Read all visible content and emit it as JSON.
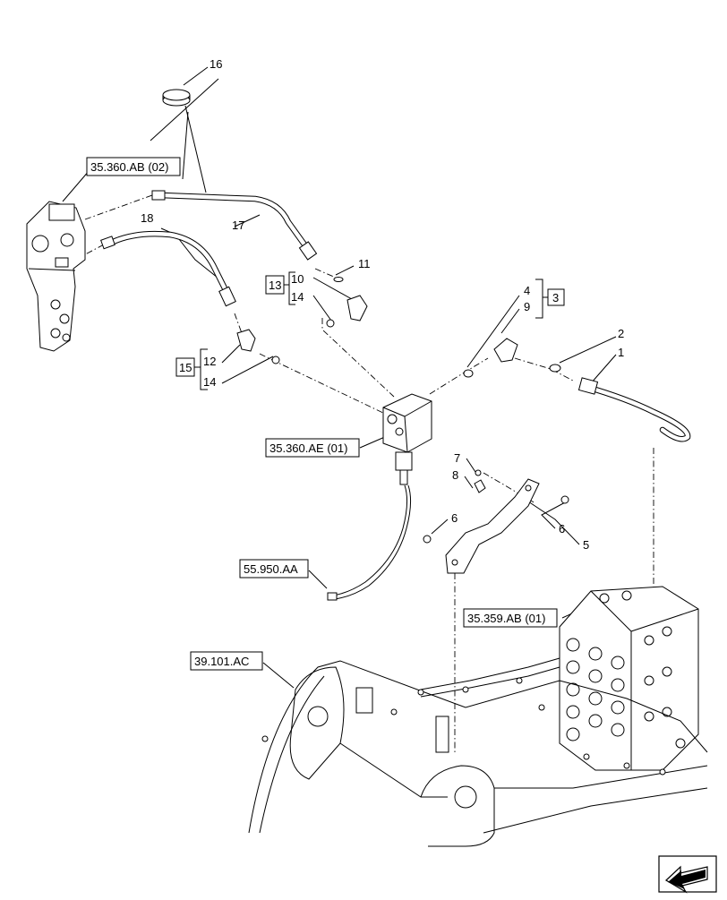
{
  "callouts": {
    "c16": "16",
    "c17": "17",
    "c18": "18",
    "c11": "11",
    "c10": "10",
    "c14a": "14",
    "c12": "12",
    "c14b": "14",
    "c4": "4",
    "c9": "9",
    "c2": "2",
    "c1": "1",
    "c7": "7",
    "c8": "8",
    "c6a": "6",
    "c6b": "6",
    "c5": "5"
  },
  "group_boxes": {
    "g13": "13",
    "g15": "15",
    "g3": "3"
  },
  "references": {
    "r1": "35.360.AB (02)",
    "r2": "35.360.AE (01)",
    "r3": "55.950.AA",
    "r4": "35.359.AB (01)",
    "r5": "39.101.AC"
  }
}
